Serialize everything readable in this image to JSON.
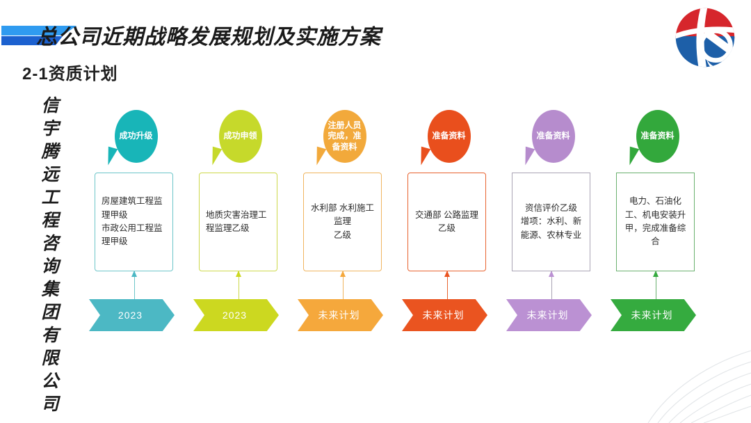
{
  "header": {
    "title": "总公司近期战略发展规划及实施方案",
    "subtitle": "2-1资质计划",
    "accent_color_light": "#2f9bf0",
    "accent_color_dark": "#1a5fd0"
  },
  "logo": {
    "name": "company-globe-logo",
    "color_top": "#d6262c",
    "color_bottom": "#1d5fa8"
  },
  "company_name_vertical": "信宇腾远工程咨询集团有限公司",
  "timeline": {
    "columns": [
      {
        "id": "col-1",
        "balloon_label": "成功升级",
        "box_text": "房屋建筑工程监理甲级\n市政公用工程监理甲级",
        "box_align": "left",
        "chevron_label": "2023",
        "color": "#3cb8c0",
        "balloon_color": "#18b5b8",
        "border_color": "#6cc5c9",
        "chevron_color": "#4cb8c4"
      },
      {
        "id": "col-2",
        "balloon_label": "成功申领",
        "box_text": "地质灾害治理工程监理乙级",
        "box_align": "left",
        "chevron_label": "2023",
        "color": "#c8d926",
        "balloon_color": "#c6d92b",
        "border_color": "#cdd94a",
        "chevron_color": "#ccd820"
      },
      {
        "id": "col-3",
        "balloon_label": "注册人员完成，准备资料",
        "box_text": "水利部  水利施工监理\n乙级",
        "box_align": "center",
        "chevron_label": "未来计划",
        "color": "#f2a93b",
        "balloon_color": "#f2a93b",
        "border_color": "#f0b45e",
        "chevron_color": "#f5a83c"
      },
      {
        "id": "col-4",
        "balloon_label": "准备资料",
        "box_text": "交通部 公路监理 乙级",
        "box_align": "center",
        "chevron_label": "未来计划",
        "color": "#ec5522",
        "balloon_color": "#e94f1d",
        "border_color": "#e8622f",
        "chevron_color": "#ea5420"
      },
      {
        "id": "col-5",
        "balloon_label": "准备资料",
        "box_text": "资信评价乙级\n增项：水利、新能源、农林专业",
        "box_align": "center",
        "chevron_label": "未来计划",
        "color": "#b98ed0",
        "balloon_color": "#b68ccd",
        "border_color": "#a9a3b4",
        "chevron_color": "#bb91d3"
      },
      {
        "id": "col-6",
        "balloon_label": "准备资料",
        "box_text": "电力、石油化工、机电安装升甲，完成准备综合",
        "box_align": "center",
        "chevron_label": "未来计划",
        "color": "#33a83c",
        "balloon_color": "#33a83c",
        "border_color": "#69b06e",
        "chevron_color": "#35ab3f"
      }
    ]
  }
}
